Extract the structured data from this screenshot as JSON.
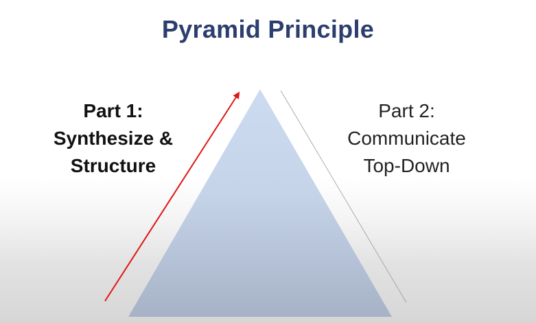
{
  "slide": {
    "title": "Pyramid Principle",
    "left_label": {
      "lines": [
        "Part 1:",
        "Synthesize &",
        "Structure"
      ]
    },
    "right_label": {
      "lines": [
        "Part 2:",
        "Communicate",
        "Top-Down"
      ]
    }
  },
  "colors": {
    "title": "#2c3e6e",
    "pyramid_top": "#cddbf0",
    "pyramid_bottom": "#a6b2c6",
    "up_arrow": "#e01414",
    "down_line": "#9a9a9a"
  }
}
